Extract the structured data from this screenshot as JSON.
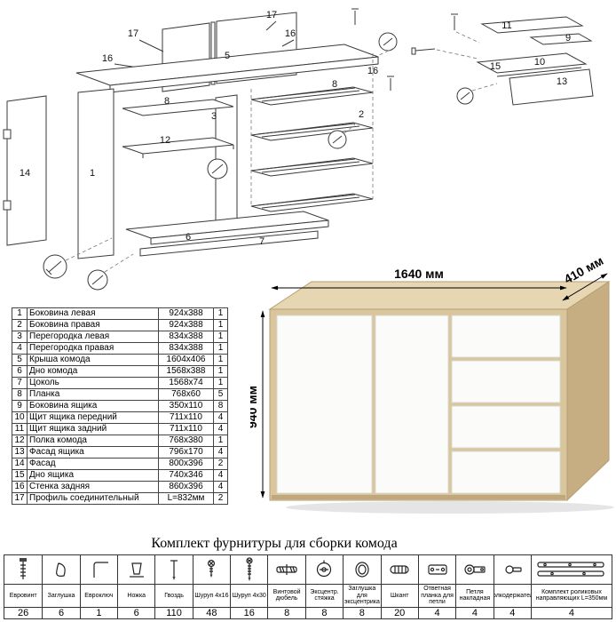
{
  "diagram": {
    "callouts": [
      "17",
      "16",
      "17",
      "16",
      "5",
      "16",
      "8",
      "3",
      "12",
      "2",
      "14",
      "1",
      "6",
      "7",
      "8",
      "11",
      "9",
      "15",
      "10",
      "13"
    ]
  },
  "parts": [
    {
      "num": "1",
      "name": "Боковина левая",
      "size": "924х388",
      "qty": "1"
    },
    {
      "num": "2",
      "name": "Боковина правая",
      "size": "924х388",
      "qty": "1"
    },
    {
      "num": "3",
      "name": "Перегородка левая",
      "size": "834х388",
      "qty": "1"
    },
    {
      "num": "4",
      "name": "Перегородка правая",
      "size": "834х388",
      "qty": "1"
    },
    {
      "num": "5",
      "name": "Крыша комода",
      "size": "1604х406",
      "qty": "1"
    },
    {
      "num": "6",
      "name": "Дно комода",
      "size": "1568х388",
      "qty": "1"
    },
    {
      "num": "7",
      "name": "Цоколь",
      "size": "1568х74",
      "qty": "1"
    },
    {
      "num": "8",
      "name": "Планка",
      "size": "768х60",
      "qty": "5"
    },
    {
      "num": "9",
      "name": "Боковина ящика",
      "size": "350х110",
      "qty": "8"
    },
    {
      "num": "10",
      "name": "Щит ящика передний",
      "size": "711х110",
      "qty": "4"
    },
    {
      "num": "11",
      "name": "Щит ящика задний",
      "size": "711х110",
      "qty": "4"
    },
    {
      "num": "12",
      "name": "Полка комода",
      "size": "768х380",
      "qty": "1"
    },
    {
      "num": "13",
      "name": "Фасад ящика",
      "size": "796х170",
      "qty": "4"
    },
    {
      "num": "14",
      "name": "Фасад",
      "size": "800х396",
      "qty": "2"
    },
    {
      "num": "15",
      "name": "Дно ящика",
      "size": "740х346",
      "qty": "4"
    },
    {
      "num": "16",
      "name": "Стенка задняя",
      "size": "860х396",
      "qty": "4"
    },
    {
      "num": "17",
      "name": "Профиль соединительный",
      "size": "L=832мм",
      "qty": "2"
    }
  ],
  "dresser": {
    "width": "1640 мм",
    "depth": "410 мм",
    "height": "940 мм"
  },
  "hardware": {
    "title": "Комплект фурнитуры для сборки комода",
    "items": [
      {
        "icon": "euro-screw-icon",
        "name": "Евровинт",
        "qty": "26"
      },
      {
        "icon": "plug-cap-icon",
        "name": "Заглушка",
        "qty": "6"
      },
      {
        "icon": "hex-key-icon",
        "name": "Евроключ",
        "qty": "1"
      },
      {
        "icon": "foot-icon",
        "name": "Ножка",
        "qty": "6"
      },
      {
        "icon": "nail-icon",
        "name": "Гвоздь",
        "qty": "110"
      },
      {
        "icon": "screw-short-icon",
        "name": "Шуруп 4х16",
        "qty": "48"
      },
      {
        "icon": "screw-long-icon",
        "name": "Шуруп 4х30",
        "qty": "16"
      },
      {
        "icon": "dowel-screw-icon",
        "name": "Винтовой дюбель",
        "qty": "8"
      },
      {
        "icon": "cam-lock-icon",
        "name": "Эксцентр. стяжка",
        "qty": "8"
      },
      {
        "icon": "cam-cap-icon",
        "name": "Заглушка для эксцентрика",
        "qty": "8"
      },
      {
        "icon": "wood-dowel-icon",
        "name": "Шкант",
        "qty": "20"
      },
      {
        "icon": "hinge-plate-icon",
        "name": "Ответная планка для петли",
        "qty": "4"
      },
      {
        "icon": "hinge-icon",
        "name": "Петля накладная",
        "qty": "4"
      },
      {
        "icon": "shelf-support-icon",
        "name": "Полкодержатель",
        "qty": "4"
      },
      {
        "icon": "drawer-slides-icon",
        "name": "Комплект роликовых направляющих L=350мм",
        "qty": "4"
      }
    ]
  },
  "colors": {
    "wood": "#d9c69c",
    "wood_side": "#c6ae82",
    "wood_top": "#e6d6b2",
    "front": "#fbfbf9"
  }
}
